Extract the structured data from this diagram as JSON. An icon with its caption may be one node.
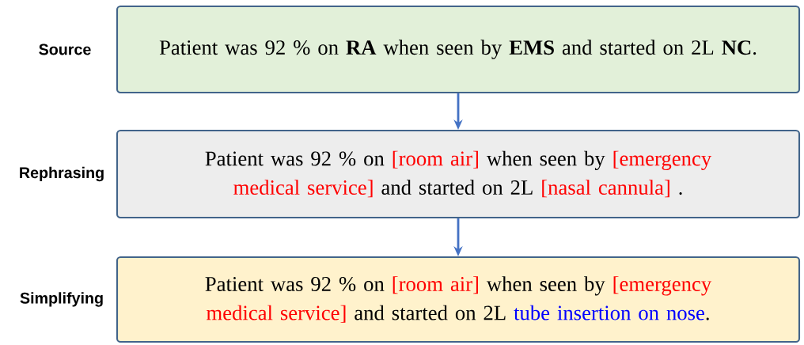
{
  "diagram": {
    "nodes": [
      {
        "text": [
          "Patient was 92 % on **RA** when seen by **EMS** and started on 2L **NC**."
        ],
        "beside": [
          "Source"
        ]
      },
      {
        "text": [
          "Patient was 92 % on",
          "[room air]",
          "when seen by",
          "[emergency medical service]",
          "and started on 2L",
          "[nasal cannula]",
          "."
        ],
        "beside": [
          "Rephrasing"
        ]
      },
      {
        "text": [
          "Patient was 92 % on",
          "[room air]",
          "when seen by",
          "[emergency medical service]",
          "and started on 2L",
          "tube insertion on nose",
          "."
        ],
        "beside": [
          "Simplifying"
        ]
      }
    ],
    "edges": [
      {
        "from": 0,
        "to": 1,
        "arrow": "to"
      },
      {
        "from": 1,
        "to": 2,
        "arrow": "to"
      }
    ]
  }
}
